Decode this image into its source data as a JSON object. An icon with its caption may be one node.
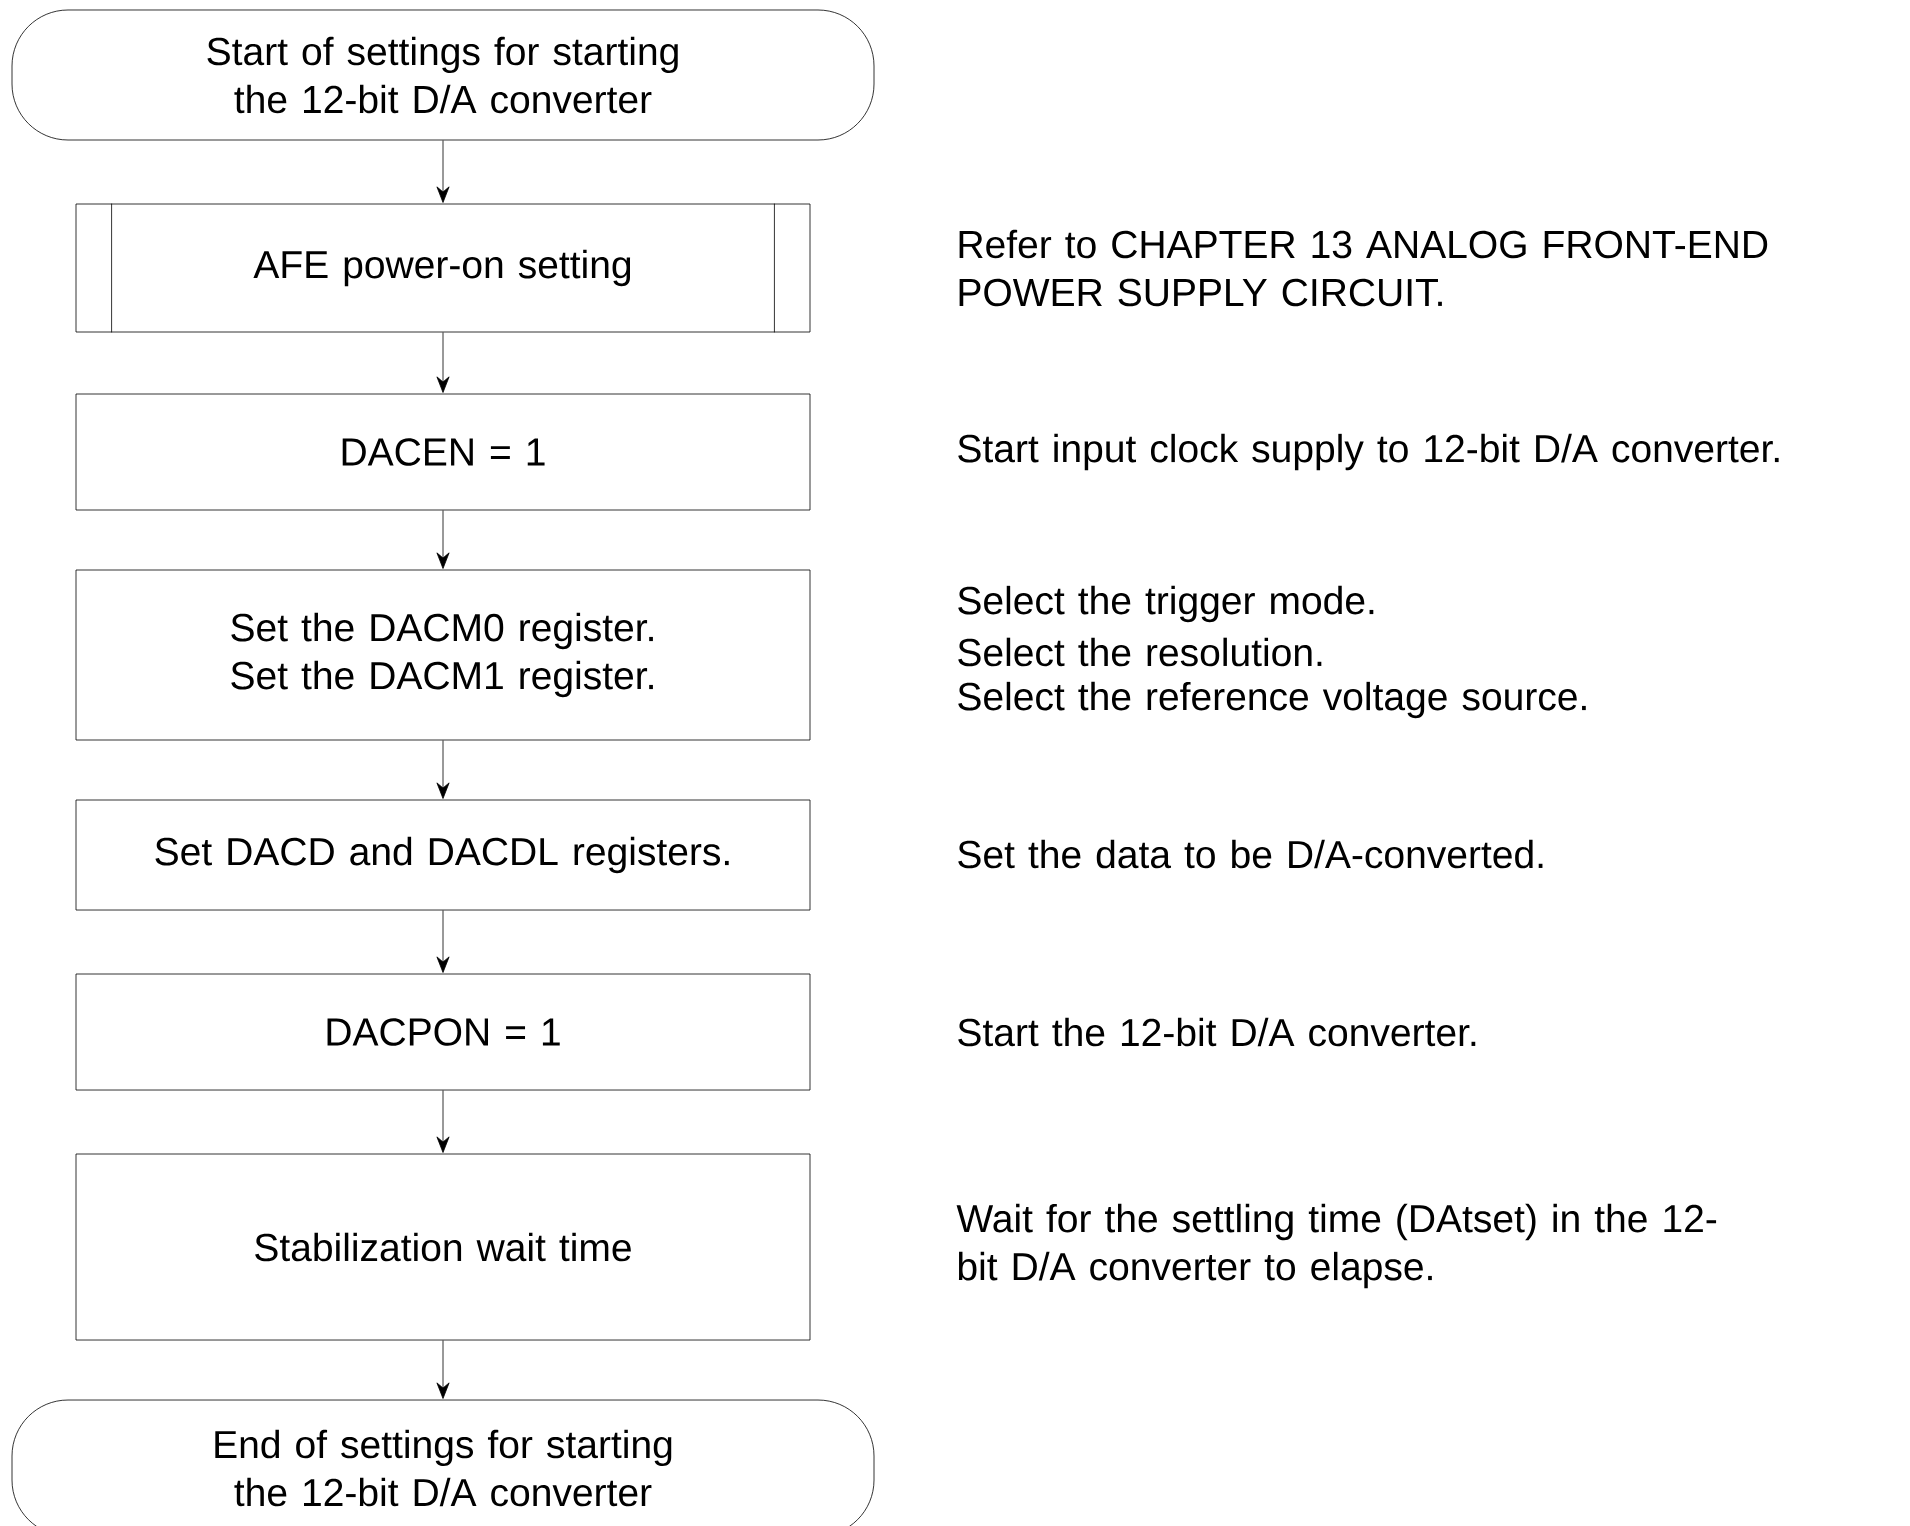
{
  "diagram": {
    "nodes": [
      {
        "text": [
          "Start of settings for starting the 12-bit D/A converter"
        ]
      },
      {
        "text": [
          "AFE power-on setting"
        ]
      },
      {
        "text": [
          "DACEN = 1"
        ]
      },
      {
        "text": [
          "Set the DACM0 register.",
          "Set the DACM1 register."
        ]
      },
      {
        "text": [
          "Set DACD and DACDL registers."
        ]
      },
      {
        "text": [
          "DACPON = 1"
        ]
      },
      {
        "text": [
          "Stabilization wait time"
        ]
      },
      {
        "text": [
          "End of settings for starting the 12-bit D/A converter"
        ]
      }
    ],
    "edges": [
      {
        "from": 0,
        "to": 1,
        "arrow": "to"
      },
      {
        "from": 1,
        "to": 2,
        "arrow": "to"
      },
      {
        "from": 2,
        "to": 3,
        "arrow": "to"
      },
      {
        "from": 3,
        "to": 4,
        "arrow": "to"
      },
      {
        "from": 4,
        "to": 5,
        "arrow": "to"
      },
      {
        "from": 5,
        "to": 6,
        "arrow": "to"
      },
      {
        "from": 6,
        "to": 7,
        "arrow": "to"
      }
    ],
    "labels": [
      "Refer to CHAPTER 13 ANALOG FRONT-END POWER SUPPLY CIRCUIT.",
      "Start input clock supply to 12-bit D/A converter.",
      "Select the trigger mode.",
      "Select the resolution.",
      "Select the reference voltage source.",
      "Set the data to be D/A-converted.",
      "Start the 12-bit D/A converter.",
      "Wait for the settling time (DAtset) in the 12-bit D/A converter to elapse."
    ]
  }
}
